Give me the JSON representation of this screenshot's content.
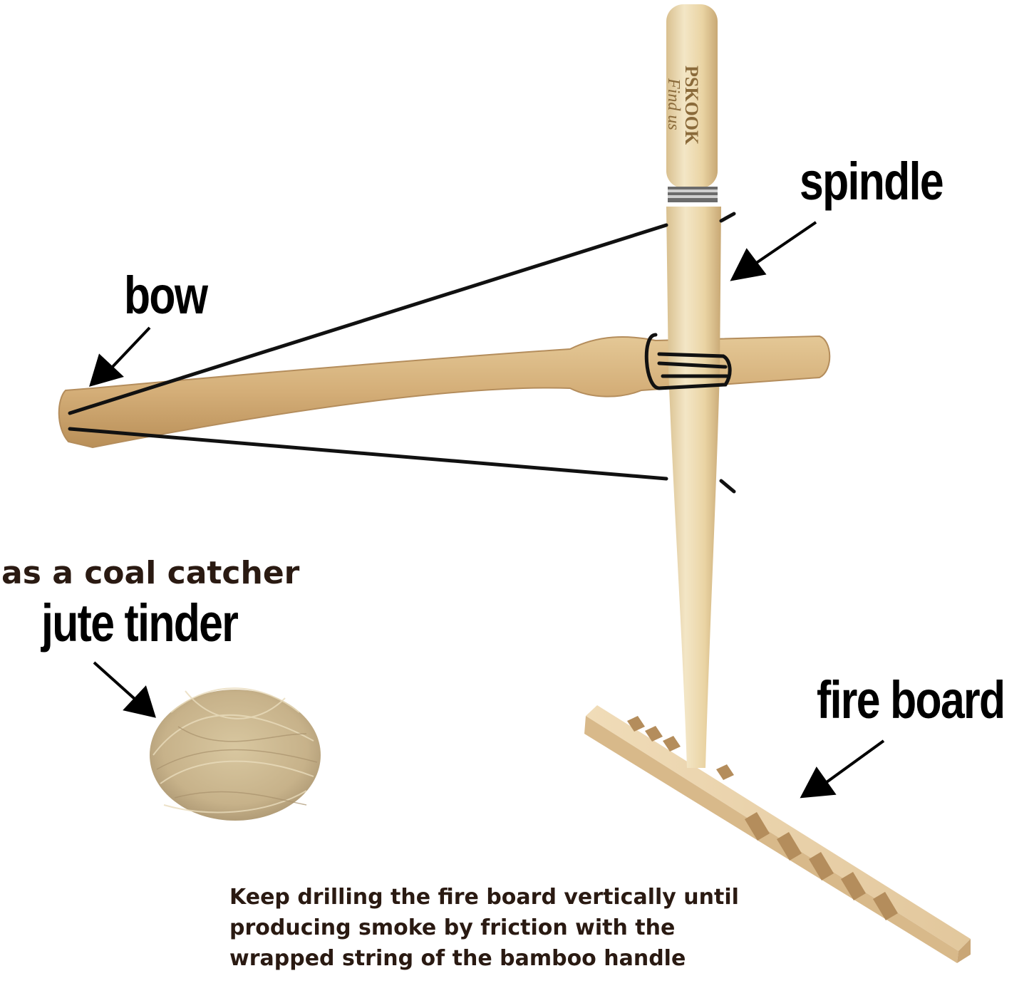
{
  "brand": {
    "name": "PSKOOK",
    "slogan": "Find us"
  },
  "labels": {
    "spindle": "spindle",
    "bow": "bow",
    "coal_catcher": "as a coal catcher",
    "jute_tinder": "jute tinder",
    "fire_board": "fire board"
  },
  "caption": {
    "line1": "Keep drilling the fire board vertically until",
    "line2": "producing smoke by friction with the",
    "line3": "wrapped string of the bamboo handle"
  },
  "colors": {
    "wood_light": "#ead9b0",
    "bamboo": "#d6b482",
    "string": "#111111",
    "tinder": "#cdbb92"
  }
}
